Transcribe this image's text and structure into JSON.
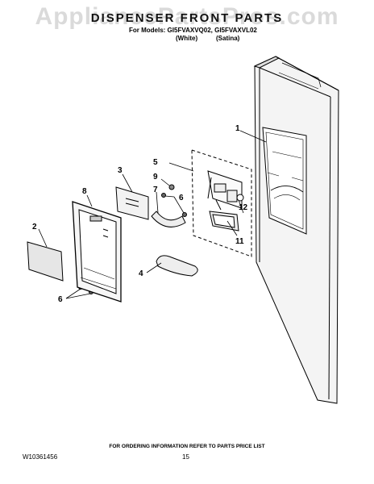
{
  "watermark": "AppliancePartsPros.com",
  "header": {
    "title": "DISPENSER FRONT PARTS",
    "models_line": "For Models: GI5FVAXVQ02, GI5FVAXVL02",
    "variant_1": "(White)",
    "variant_2": "(Satina)"
  },
  "callouts": [
    "1",
    "2",
    "3",
    "4",
    "5",
    "6",
    "6",
    "7",
    "8",
    "9",
    "11",
    "12"
  ],
  "footer": {
    "note": "FOR ORDERING INFORMATION REFER TO PARTS PRICE LIST",
    "part_number": "W10361456",
    "page_number": "15"
  }
}
